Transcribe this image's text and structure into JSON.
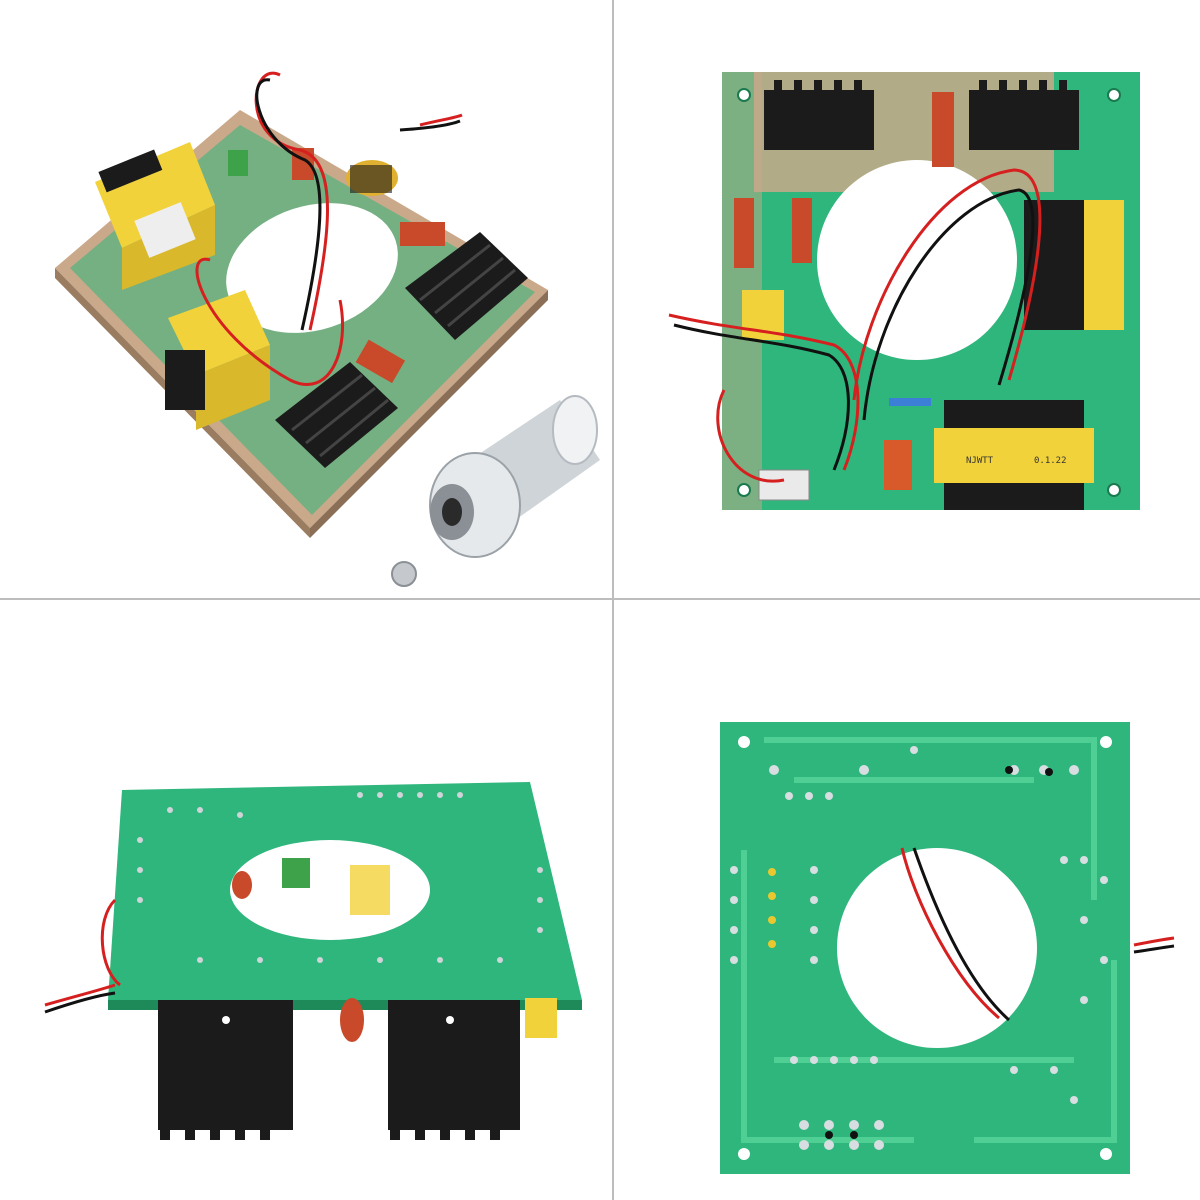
{
  "image": {
    "panels": [
      {
        "id": "top-left",
        "subject": "pcb-angled-with-transducer"
      },
      {
        "id": "top-right",
        "subject": "pcb-top-view"
      },
      {
        "id": "bottom-left",
        "subject": "pcb-side-view-heatsinks"
      },
      {
        "id": "bottom-right",
        "subject": "pcb-bottom-view"
      }
    ]
  },
  "colors": {
    "pcb_green": "#2fb67c",
    "pcb_cream": "#c9a98a",
    "heatsink": "#1b1b1b",
    "transformer": "#f2d23a",
    "capacitor": "#c84a2a",
    "wire_red": "#d62020",
    "wire_black": "#111111",
    "divider": "#bdbdbd"
  }
}
